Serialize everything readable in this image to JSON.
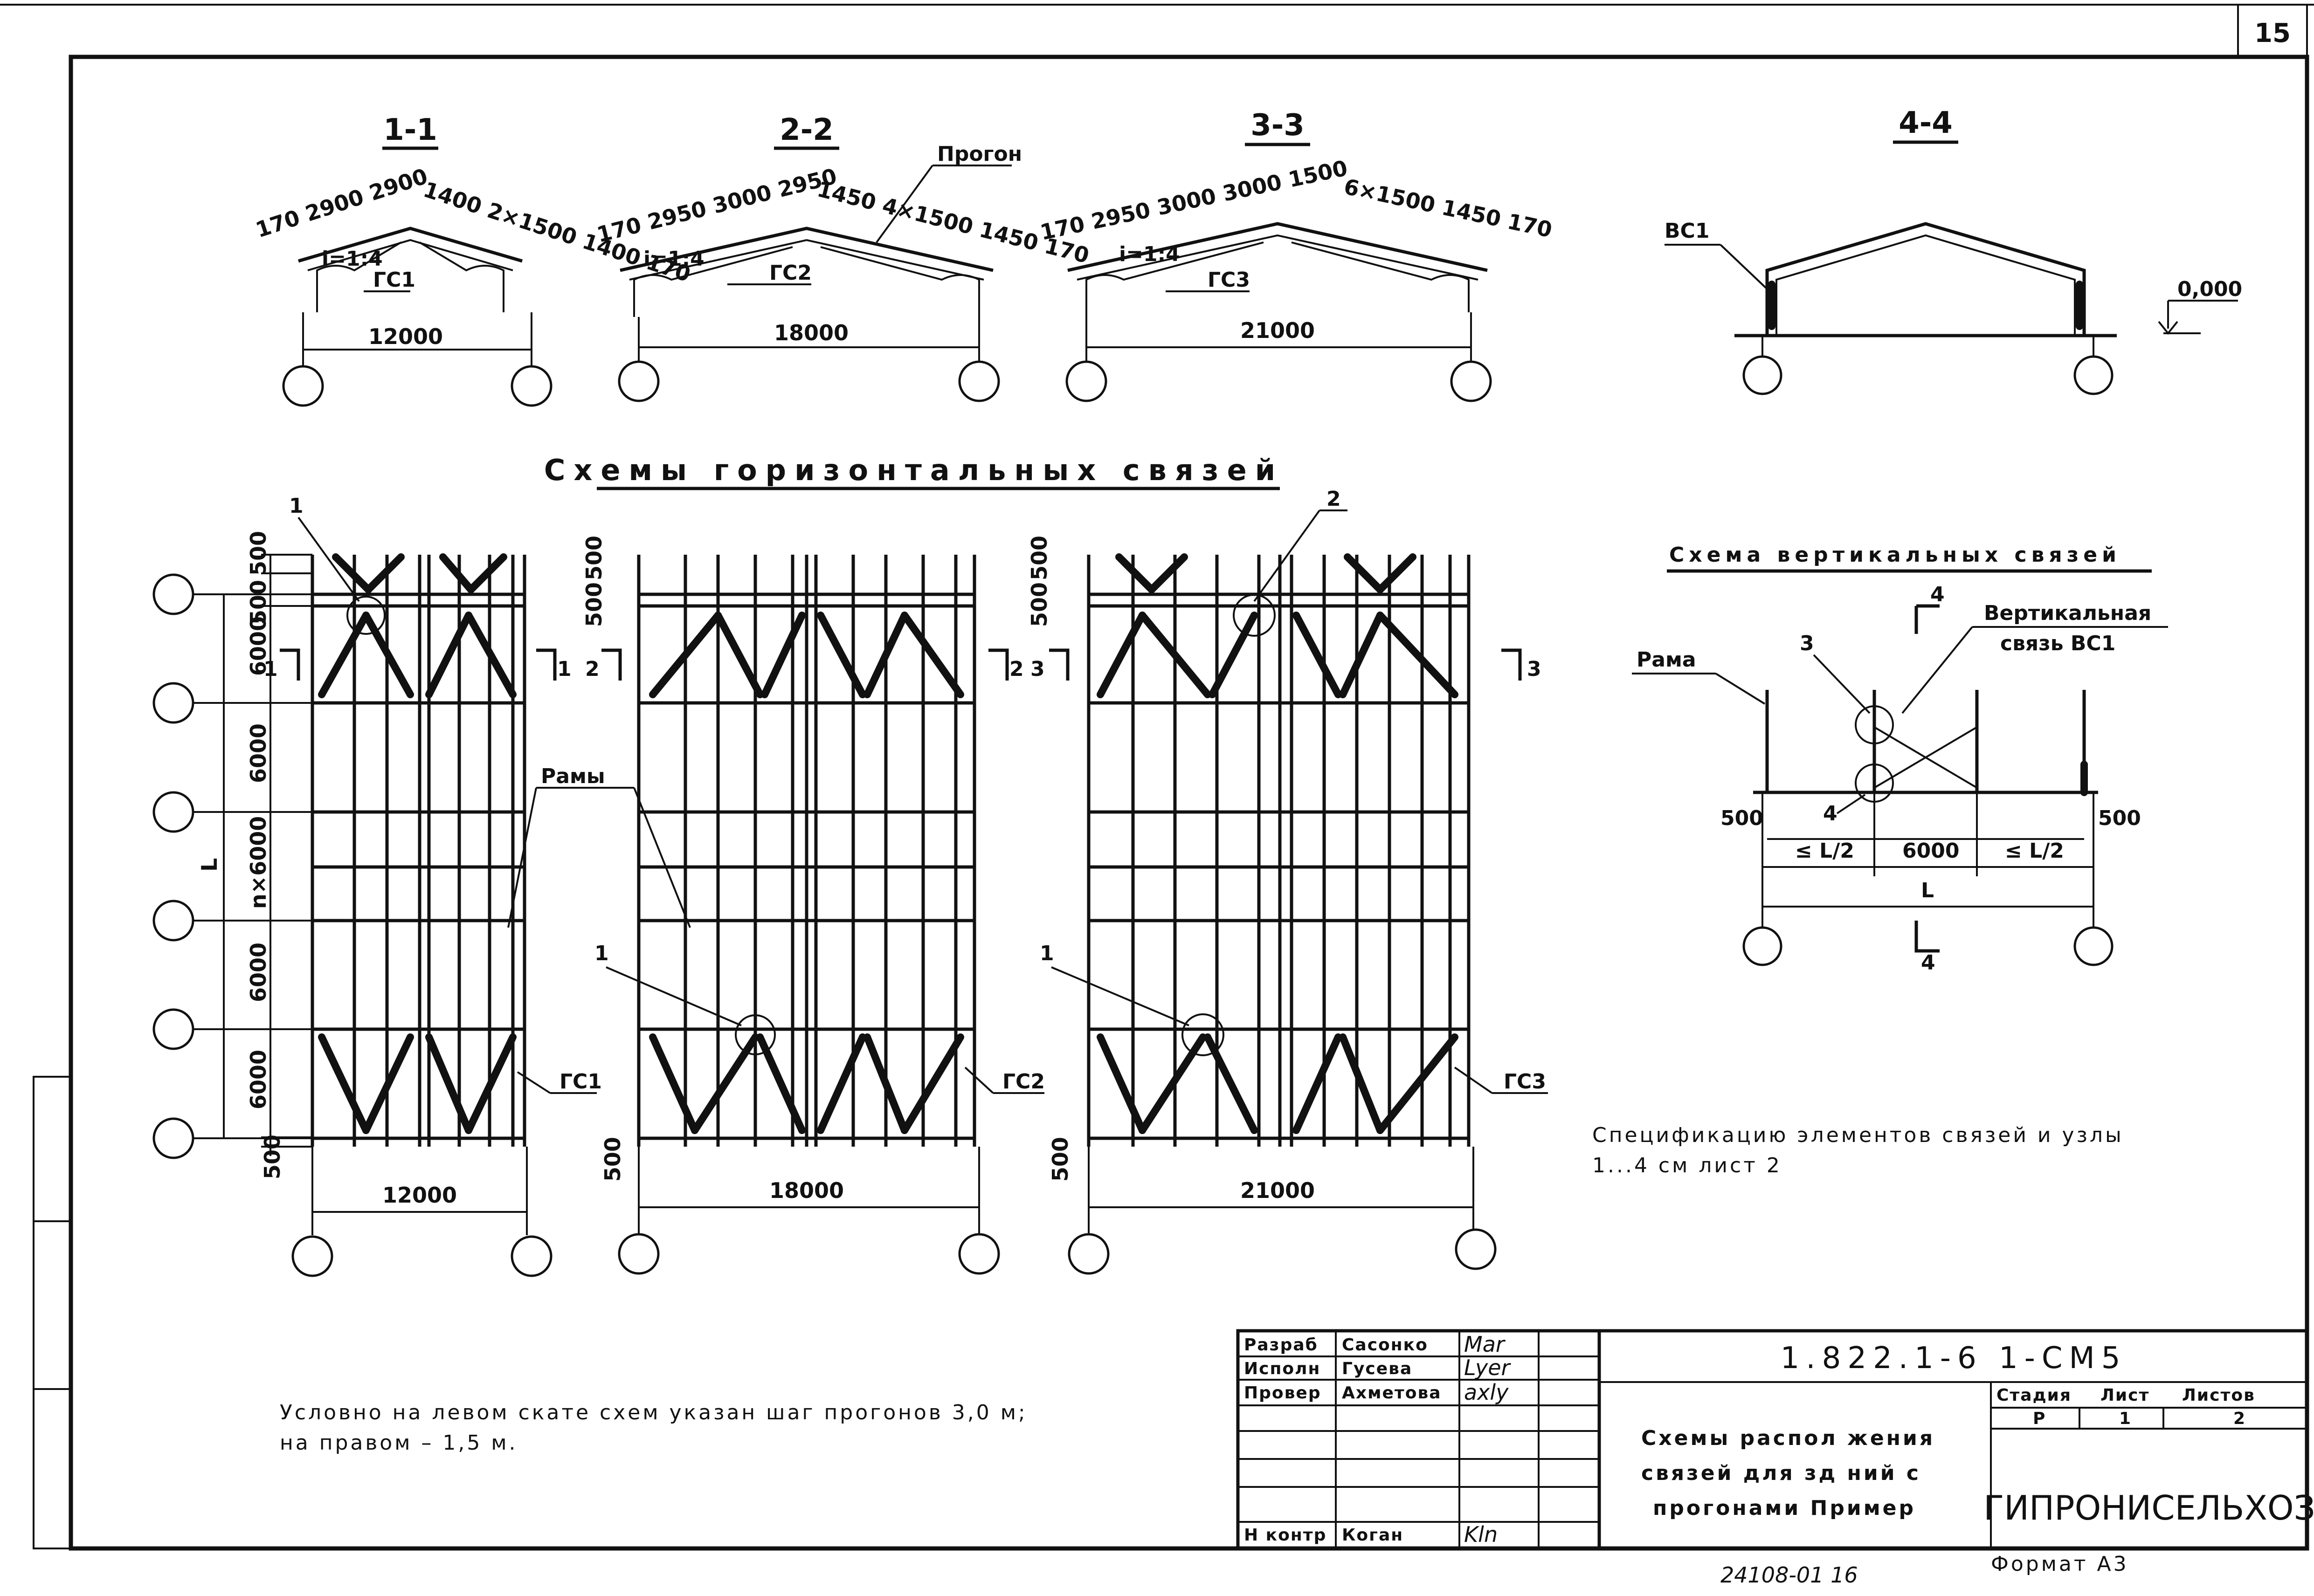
{
  "sheet": {
    "page_number": "15",
    "footer_left": "24108-01 16",
    "format_label": "Формат А3"
  },
  "sections": {
    "s11": {
      "title": "1-1",
      "dims_top_left": "170 2900 2900",
      "dims_top_right": "1400 2×1500 1400 170",
      "slope": "i=1:4",
      "brace_label": "ГС1",
      "span": "12000"
    },
    "s22": {
      "title": "2-2",
      "dims_top_left": "170 2950 3000 2950",
      "dims_top_right": "1450 4×1500 1450 170",
      "slope": "i=1:4",
      "brace_label": "ГС2",
      "purlin_label": "Прогон",
      "span": "18000"
    },
    "s33": {
      "title": "3-3",
      "dims_top_left": "170 2950 3000 3000 1500",
      "dims_top_right": "6×1500 1450 170",
      "slope": "i=1:4",
      "brace_label": "ГС3",
      "span": "21000"
    },
    "s44": {
      "title": "4-4",
      "brace_label": "ВС1",
      "level": "0,000"
    }
  },
  "horizontal": {
    "title": "Схемы горизонтальных связей",
    "row_dims": [
      "500",
      "500",
      "6000",
      "6000",
      "n×6000",
      "6000",
      "6000",
      "500"
    ],
    "side_label": "L",
    "frames_label": "Рамы",
    "node_1": "1",
    "node_2": "2",
    "plans": [
      {
        "span": "12000",
        "brace": "ГС1",
        "cut_left": "1",
        "cut_right": "1"
      },
      {
        "span": "18000",
        "brace": "ГС2",
        "cut_left": "2",
        "cut_right": "2"
      },
      {
        "span": "21000",
        "brace": "ГС3",
        "cut_left": "3",
        "cut_right": "3"
      }
    ],
    "left_dim": "500",
    "mid_dim": "500"
  },
  "vertical": {
    "title": "Схема вертикальных связей",
    "frame_label": "Рама",
    "brace_label_1": "Вертикальная",
    "brace_label_2": "связь ВС1",
    "cut_top": "4",
    "cut_bottom": "4",
    "node_3": "3",
    "node_4": "4",
    "dim_left": "500",
    "dim_right": "500",
    "dim_half_left": "≤ L/2",
    "dim_mid": "6000",
    "dim_half_right": "≤ L/2",
    "dim_total": "L"
  },
  "notes": {
    "spec_line1": "Спецификацию элементов связей и узлы",
    "spec_line2": "1...4 см  лист 2",
    "purlin_line1": "Условно на левом скате схем указан шаг прогонов 3,0 м;",
    "purlin_line2": "на правом – 1,5 м."
  },
  "title_block": {
    "code": "1.822.1-6 1-СМ5",
    "rows": [
      {
        "role": "Разраб",
        "name": "Сасонко",
        "sign": "Mar"
      },
      {
        "role": "Исполн",
        "name": "Гусева",
        "sign": "Lyer"
      },
      {
        "role": "Провер",
        "name": "Ахметова",
        "sign": "axly"
      },
      {
        "role": "Н контр",
        "name": "Коган",
        "sign": "Kln"
      }
    ],
    "doc_title_1": "Схемы распол жения",
    "doc_title_2": "связей для зд ний с",
    "doc_title_3": "прогонами  Пример",
    "stage_header": "Стадия",
    "sheet_header": "Лист",
    "sheets_header": "Листов",
    "stage": "Р",
    "sheet_no": "1",
    "sheets_total": "2",
    "organization": "ГИПРОНИСЕЛЬХОЗ"
  }
}
